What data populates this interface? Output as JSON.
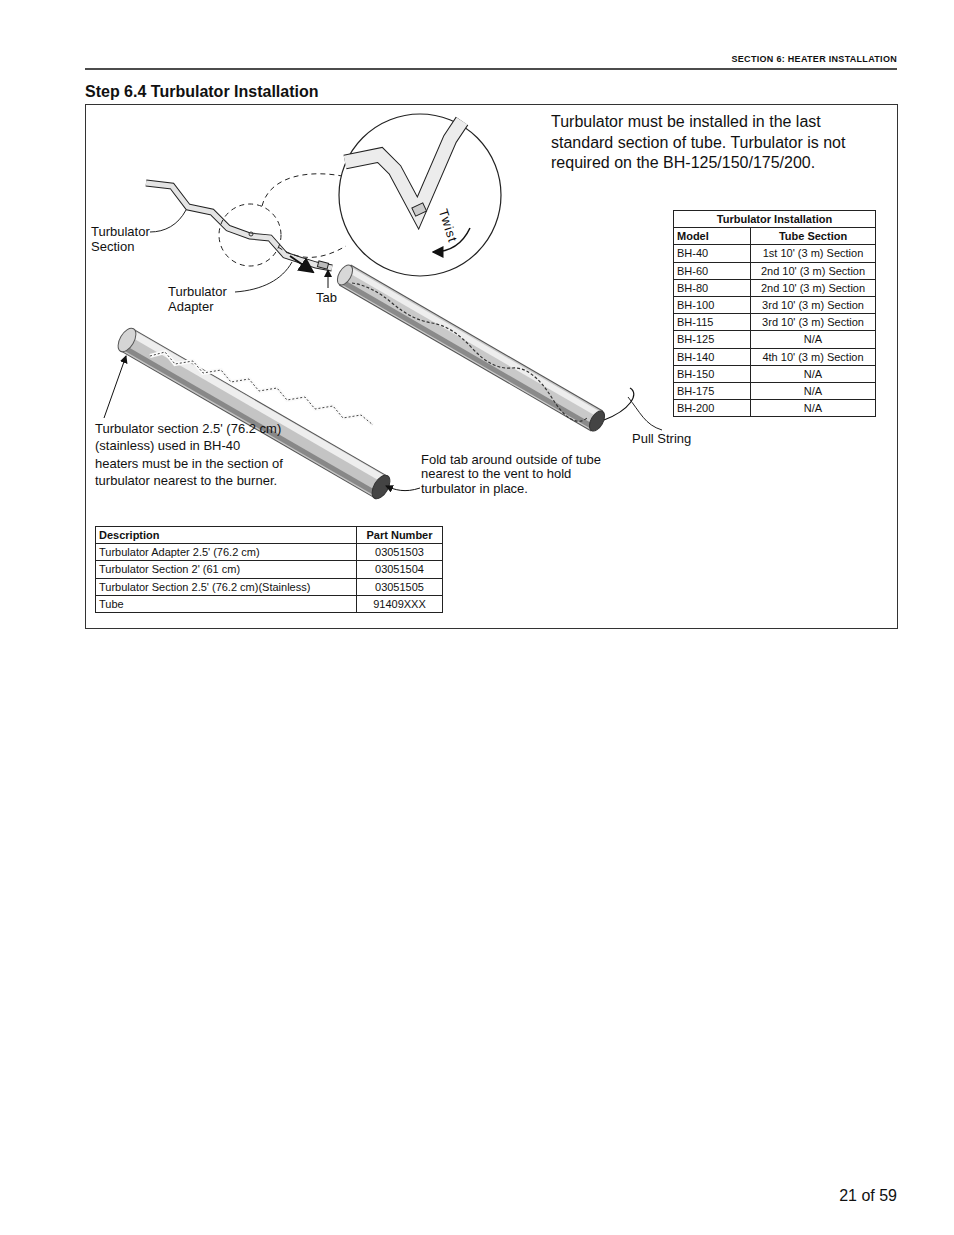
{
  "diagram": {
    "title": "Step 6.4 Turbulator Installation",
    "labels": [
      "SECTION 6: HEATER INSTALLATION",
      "Turbulator must be installed in the last standard section of tube. Turbulator is not required on the BH-125/150/175/200.",
      "Turbulator Section",
      "Turbulator Adapter",
      "Tab",
      "Twist",
      "Pull String",
      "Turbulator section 2.5' (76.2 cm) (stainless) used in BH-40 heaters must be in the section of turbulator nearest to the burner.",
      "Fold tab around outside of tube nearest to the vent to hold turbulator in place.",
      "Turbulator Installation",
      "Model",
      "Tube Section",
      "BH-40",
      "1st 10' (3 m) Section",
      "BH-60",
      "2nd 10' (3 m) Section",
      "BH-80",
      "2nd 10' (3 m) Section",
      "BH-100",
      "3rd 10' (3 m) Section",
      "BH-115",
      "3rd 10' (3 m) Section",
      "BH-125",
      "N/A",
      "BH-140",
      "4th 10' (3 m) Section",
      "BH-150",
      "N/A",
      "BH-175",
      "N/A",
      "BH-200",
      "N/A",
      "Description",
      "Part Number",
      "Turbulator Adapter 2.5' (76.2 cm)",
      "03051503",
      "Turbulator Section 2' (61 cm)",
      "03051504",
      "Turbulator Section 2.5' (76.2 cm)(Stainless)",
      "03051505",
      "Tube",
      "91409XXX",
      "21 of 59"
    ]
  }
}
